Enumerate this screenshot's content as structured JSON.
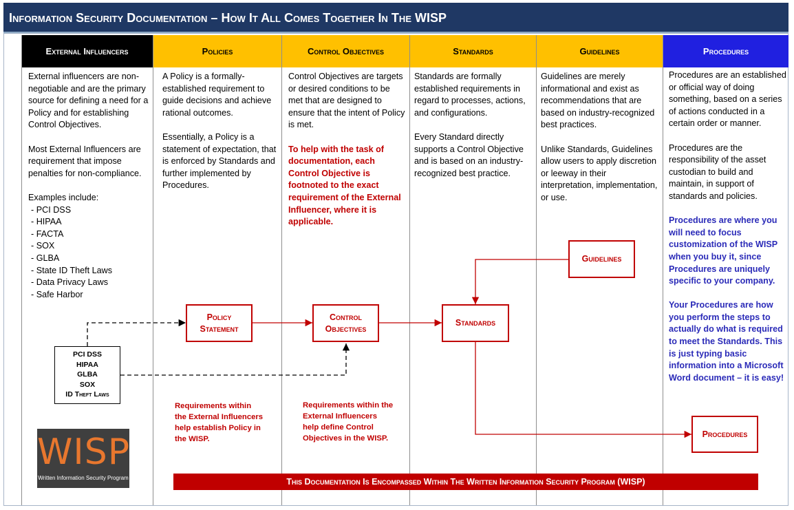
{
  "title": "Information Security Documentation – How It All Comes Together In The WISP",
  "columns": [
    {
      "header": "External Influencers"
    },
    {
      "header": "Policies"
    },
    {
      "header": "Control Objectives"
    },
    {
      "header": "Standards"
    },
    {
      "header": "Guidelines"
    },
    {
      "header": "Procedures"
    }
  ],
  "external": {
    "p1": "External influencers are non-negotiable and are the primary source for defining a need for a Policy and for establishing Control Objectives.",
    "p2": "Most External Influencers are requirement that impose penalties for non-compliance.",
    "examples_intro": "Examples include:",
    "examples": [
      "PCI DSS",
      "HIPAA",
      "FACTA",
      "SOX",
      "GLBA",
      "State ID Theft Laws",
      "Data Privacy Laws",
      "Safe Harbor"
    ]
  },
  "policies": {
    "p1": "A Policy is a formally-established requirement to guide decisions and achieve rational outcomes.",
    "p2": "Essentially, a Policy is a statement of expectation, that is enforced by Standards and further implemented by Procedures."
  },
  "controls": {
    "p1": "Control Objectives are targets or desired conditions to be met that are designed to ensure that the intent of Policy is met.",
    "p2": "To help with the task of documentation, each Control Objective is footnoted to the exact requirement of the External Influencer, where it is applicable."
  },
  "standards": {
    "p1": "Standards are formally established requirements in regard to processes, actions, and configurations.",
    "p2": "Every Standard directly supports a Control Objective and is based on an industry-recognized best practice."
  },
  "guidelines": {
    "p1": "Guidelines are merely informational and exist as recommendations that are based on industry-recognized best practices.",
    "p2": "Unlike Standards, Guidelines allow users to apply discretion or leeway in their interpretation, implementation, or use."
  },
  "procedures": {
    "p1": "Procedures are an established or official way of doing something, based on a series of actions conducted in a certain order or manner.",
    "p2": "Procedures are the responsibility of the asset custodian to build and maintain, in support of standards and policies.",
    "p3": "Procedures are where you will need to focus customization of the WISP when you buy it, since Procedures are uniquely specific to your company.",
    "p4": "Your Procedures are how you perform the steps to actually do what is required to meet the Standards. This is just typing basic information into a Microsoft Word document – it is easy!"
  },
  "flow": {
    "policy_statement": "Policy Statement",
    "control_objectives": "Control Objectives",
    "standards": "Standards",
    "guidelines": "Guidelines",
    "procedures": "Procedures",
    "ext_list": [
      "PCI DSS",
      "HIPAA",
      "GLBA",
      "SOX",
      "ID Theft Laws"
    ]
  },
  "notes": {
    "policy": "Requirements within the External Influencers help establish Policy in the WISP.",
    "control": "Requirements within the External Influencers help define Control Objectives in the WISP."
  },
  "banner": "This Documentation Is Encompassed Within The Written Information Security Program (WISP)",
  "logo": {
    "word": "WISP",
    "subtitle": "Written Information Security Program"
  },
  "colors": {
    "title_bar": "#1f3864",
    "header_gold": "#ffc000",
    "header_blue": "#2020e0",
    "accent_red": "#c00000",
    "procedure_blue": "#2b2bb8"
  }
}
